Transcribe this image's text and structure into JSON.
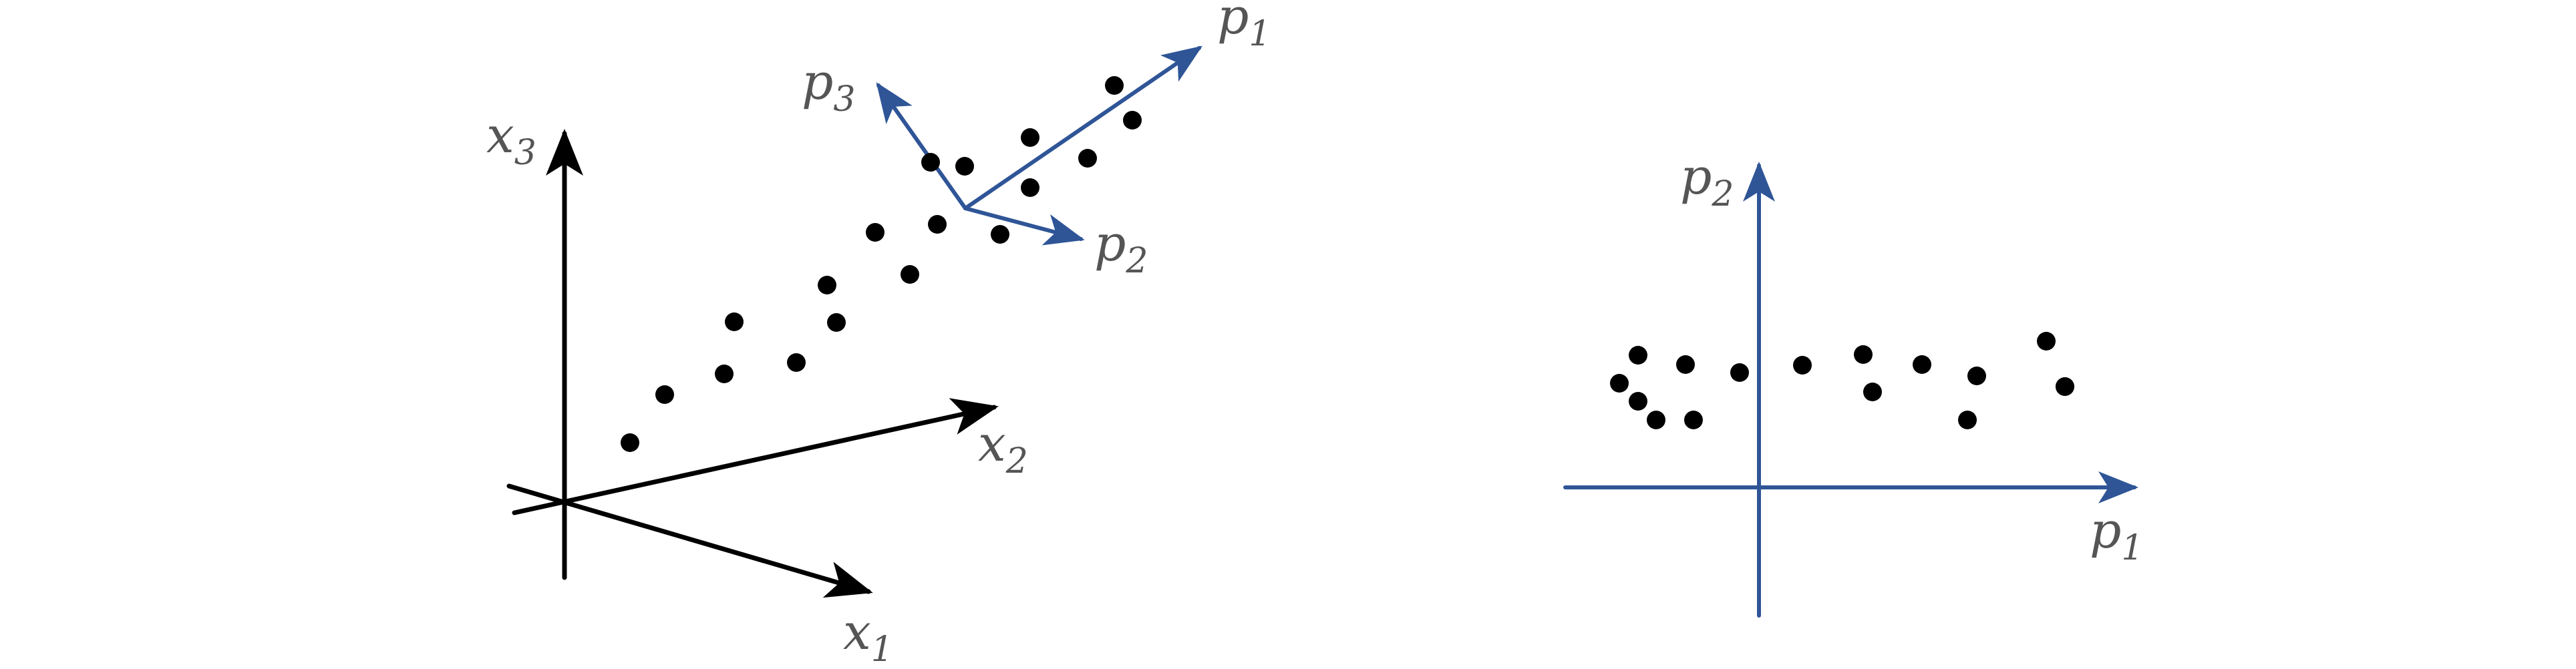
{
  "colors": {
    "original_axes": "#000000",
    "principal_axes": "#2f5597",
    "points": "#000000",
    "labels": "#555555"
  },
  "left_panel": {
    "axes": [
      {
        "var": "x",
        "sub": "1"
      },
      {
        "var": "x",
        "sub": "2"
      },
      {
        "var": "x",
        "sub": "3"
      }
    ],
    "principal_axes": [
      {
        "var": "p",
        "sub": "1"
      },
      {
        "var": "p",
        "sub": "2"
      },
      {
        "var": "p",
        "sub": "3"
      }
    ],
    "point_count": 18
  },
  "right_panel": {
    "axes": [
      {
        "var": "p",
        "sub": "1"
      },
      {
        "var": "p",
        "sub": "2"
      }
    ],
    "point_count": 16
  }
}
